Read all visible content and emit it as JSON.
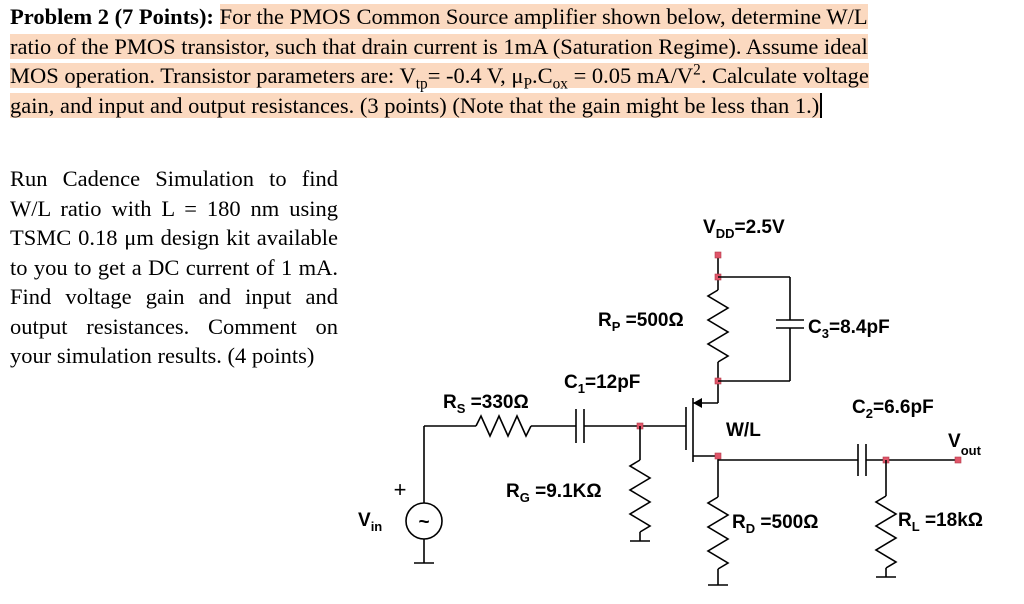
{
  "problem": {
    "heading": "Problem 2 (7 Points):",
    "line1": "For the PMOS Common Source amplifier shown below, determine W/L",
    "line2": "ratio of the PMOS transistor, such that drain current is 1mA (Saturation Regime). Assume ideal",
    "line3a": "MOS operation. Transistor parameters are: V",
    "line3_vtp_sub": "tp",
    "line3b": "= -0.4 V, μ",
    "line3_mu_sub": "P",
    "line3c": ".C",
    "line3_cox_sub": "ox",
    "line3d": " = 0.05 mA/V",
    "line3_sup": "2",
    "line3e": ". Calculate voltage",
    "line4": "gain, and input and output resistances. (3 points) (Note that the gain might be less than 1.)"
  },
  "simulation_text": "Run Cadence Simulation to find W/L ratio with L = 180 nm using TSMC 0.18 μm design kit available to you to get a DC current of 1 mA. Find voltage gain and input and output resistances. Comment on your simulation results. (4 points)",
  "circuit": {
    "vdd": {
      "main": "V",
      "sub": "DD",
      "value": "=2.5V"
    },
    "rp": {
      "main": "R",
      "sub": "P",
      "value": " =500Ω"
    },
    "c3": {
      "main": "C",
      "sub": "3",
      "value": "=8.4pF"
    },
    "rs": {
      "main": "R",
      "sub": "S",
      "value": " =330Ω"
    },
    "c1": {
      "main": "C",
      "sub": "1",
      "value": "=12pF"
    },
    "wl": "W/L",
    "c2": {
      "main": "C",
      "sub": "2",
      "value": "=6.6pF"
    },
    "vout": {
      "main": "V",
      "sub": "out"
    },
    "rg": {
      "main": "R",
      "sub": "G",
      "value": " =9.1KΩ"
    },
    "rd": {
      "main": "R",
      "sub": "D",
      "value": " =500Ω"
    },
    "rl": {
      "main": "R",
      "sub": "L",
      "value": " =18kΩ"
    },
    "vin": {
      "main": "V",
      "sub": "in"
    },
    "plus": "+",
    "tilde": "~"
  }
}
